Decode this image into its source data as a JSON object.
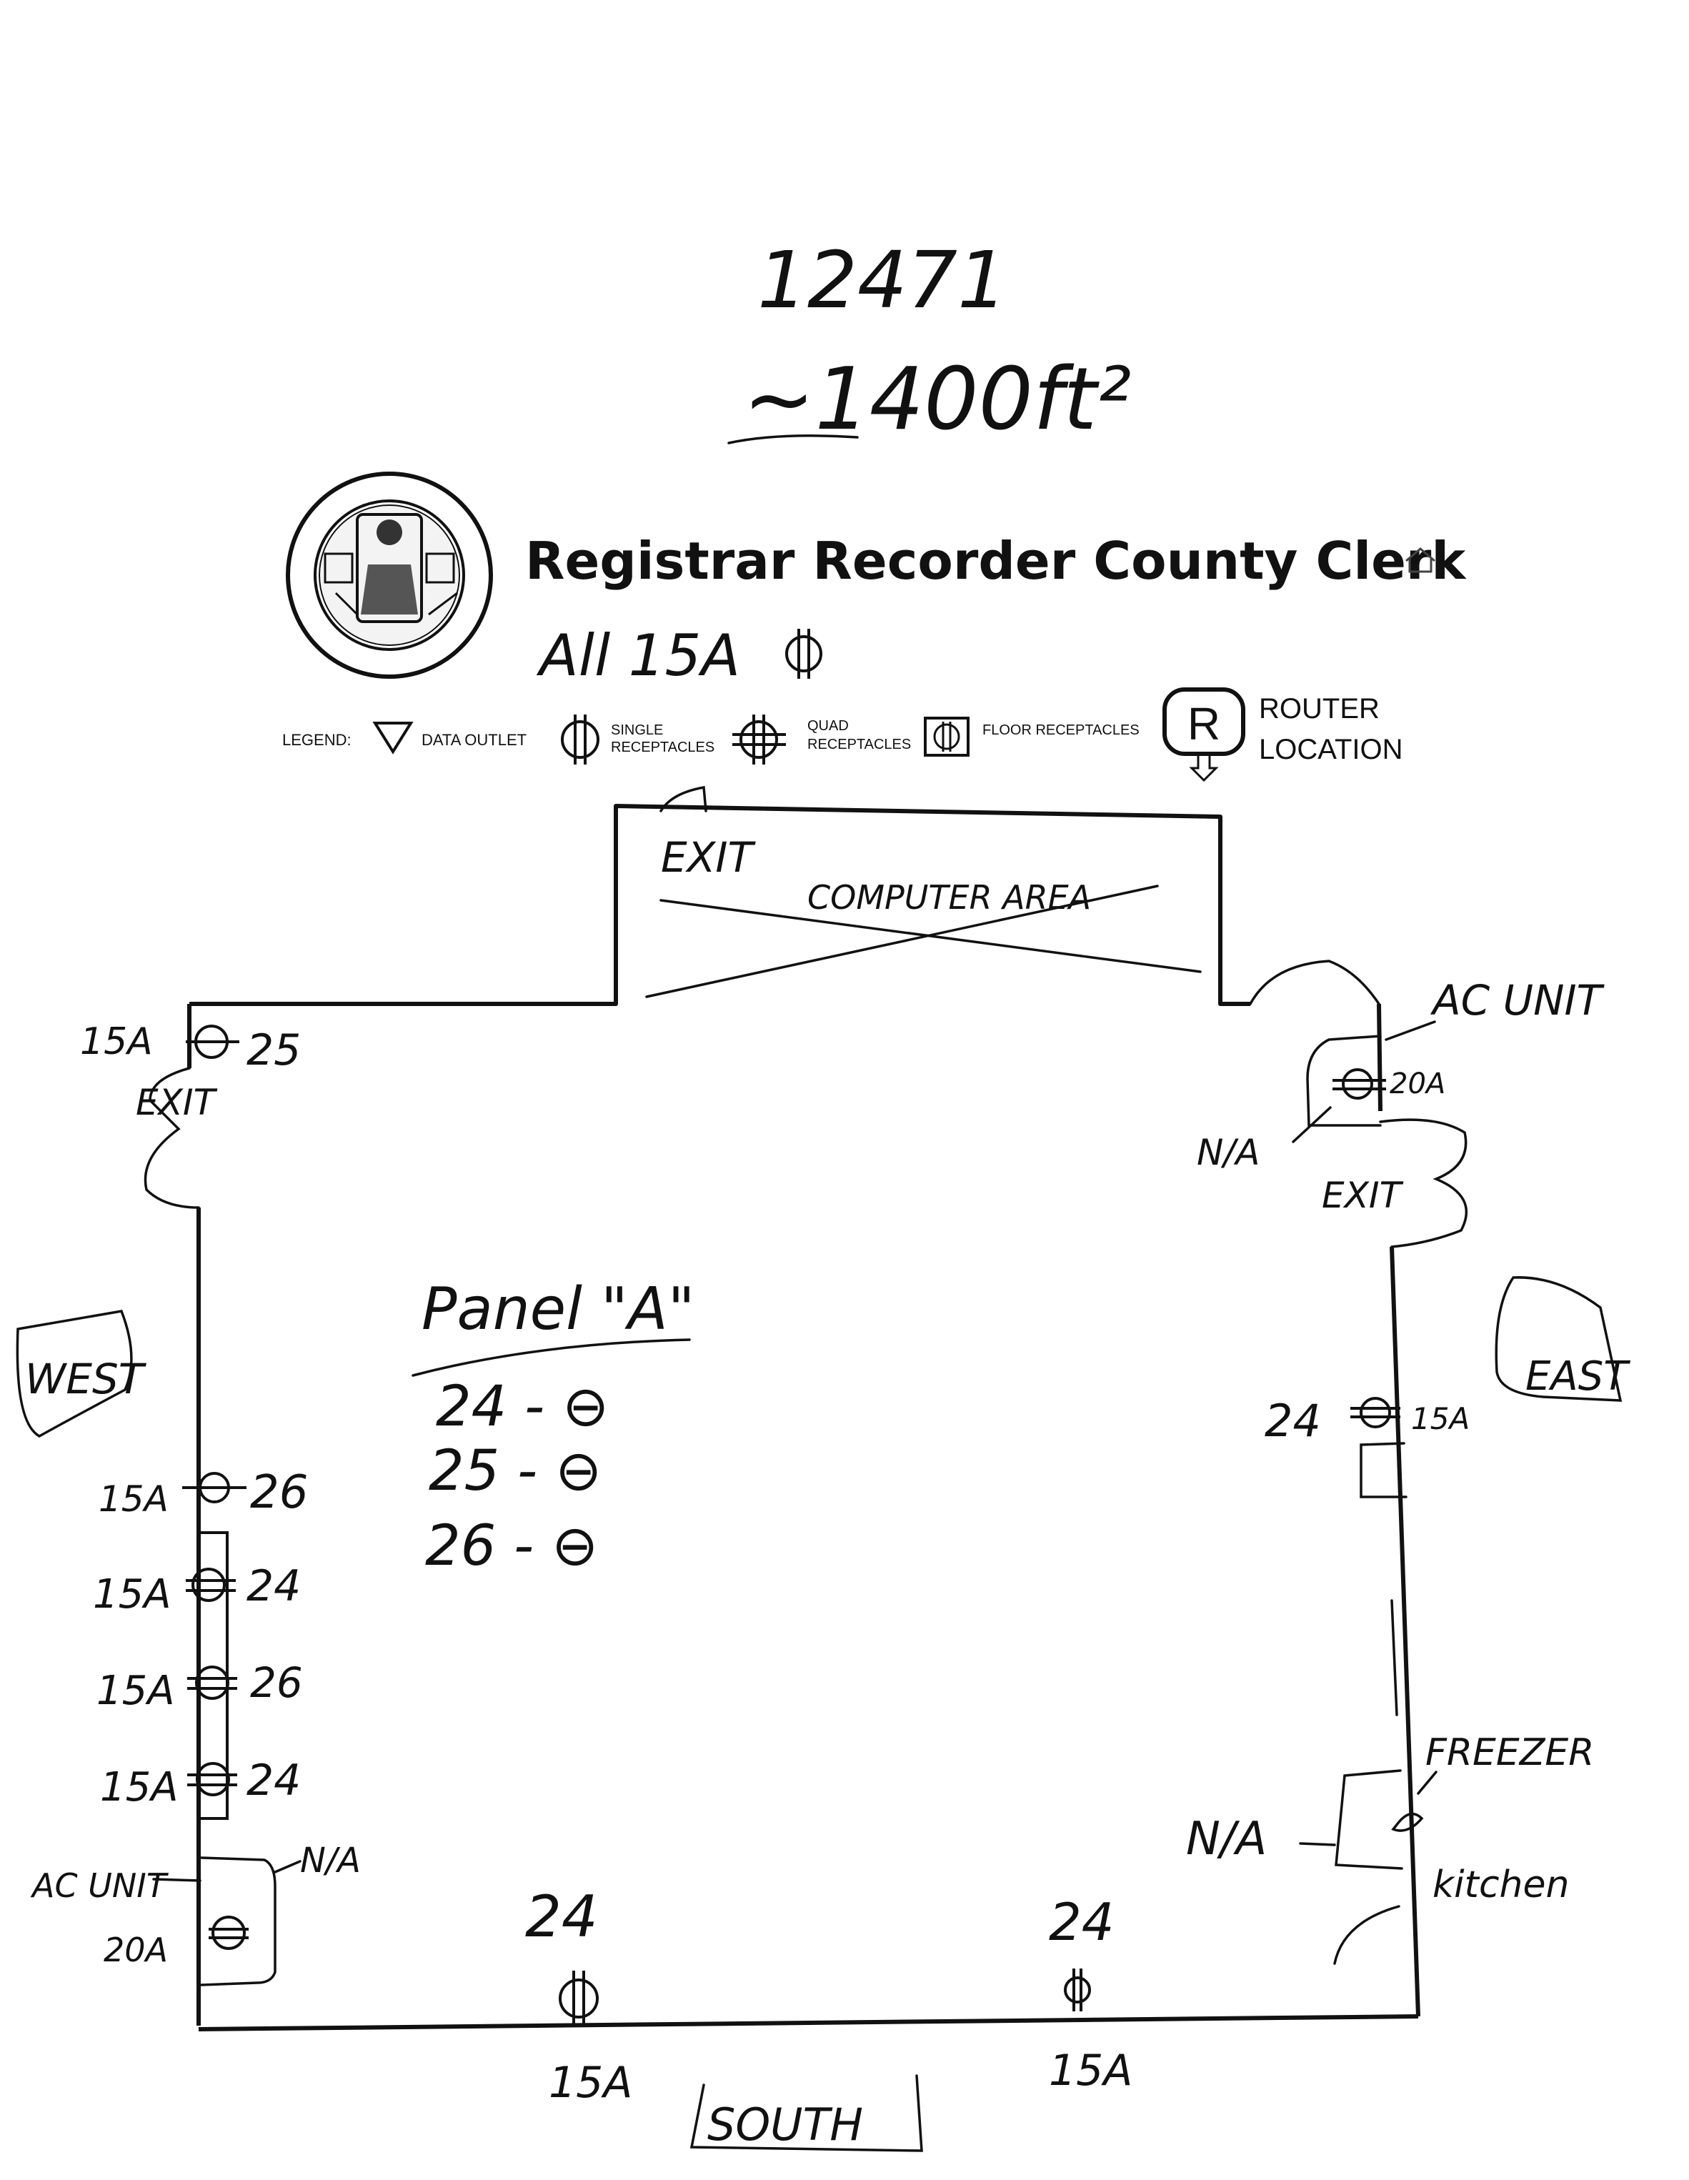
{
  "header": {
    "number": "12471",
    "area": "~1400ft²",
    "title": "Registrar Recorder County Clerk",
    "note": "All 15A"
  },
  "legend": {
    "label": "LEGEND:",
    "data_outlet": "DATA OUTLET",
    "single_receptacles": [
      "SINGLE",
      "RECEPTACLES"
    ],
    "quad_receptacles": [
      "QUAD",
      "RECEPTACLES"
    ],
    "floor_receptacles": "FLOOR RECEPTACLES",
    "router_symbol": "R",
    "router_location": [
      "ROUTER",
      "LOCATION"
    ]
  },
  "labels": {
    "exit_top": "EXIT",
    "computer_area": "COMPUTER AREA",
    "exit_left": "EXIT",
    "exit_right": "EXIT",
    "west": "WEST",
    "east": "EAST",
    "south": "SOUTH",
    "ac_unit_right": "AC UNIT",
    "ac_unit_right_amps": "20A",
    "na_right_top": "N/A",
    "ac_unit_left": "AC UNIT",
    "ac_unit_left_amps": "20A",
    "na_left": "N/A",
    "freezer": "FREEZER",
    "kitchen": "kitchen",
    "na_kitchen": "N/A"
  },
  "panel": {
    "title": "Panel \"A\"",
    "circuits": [
      "24 - ⊖",
      "25 - ⊖",
      "26 - ⊖"
    ]
  },
  "outlets": {
    "top_left": {
      "amps": "15A",
      "circuit": "25"
    },
    "west_1": {
      "amps": "15A",
      "circuit": "26"
    },
    "west_2": {
      "amps": "15A",
      "circuit": "24"
    },
    "west_3": {
      "amps": "15A",
      "circuit": "26"
    },
    "west_4": {
      "amps": "15A",
      "circuit": "24"
    },
    "east": {
      "circuit": "24",
      "amps": "15A"
    },
    "south_1": {
      "circuit": "24",
      "amps": "15A"
    },
    "south_2": {
      "circuit": "24",
      "amps": "15A"
    }
  }
}
